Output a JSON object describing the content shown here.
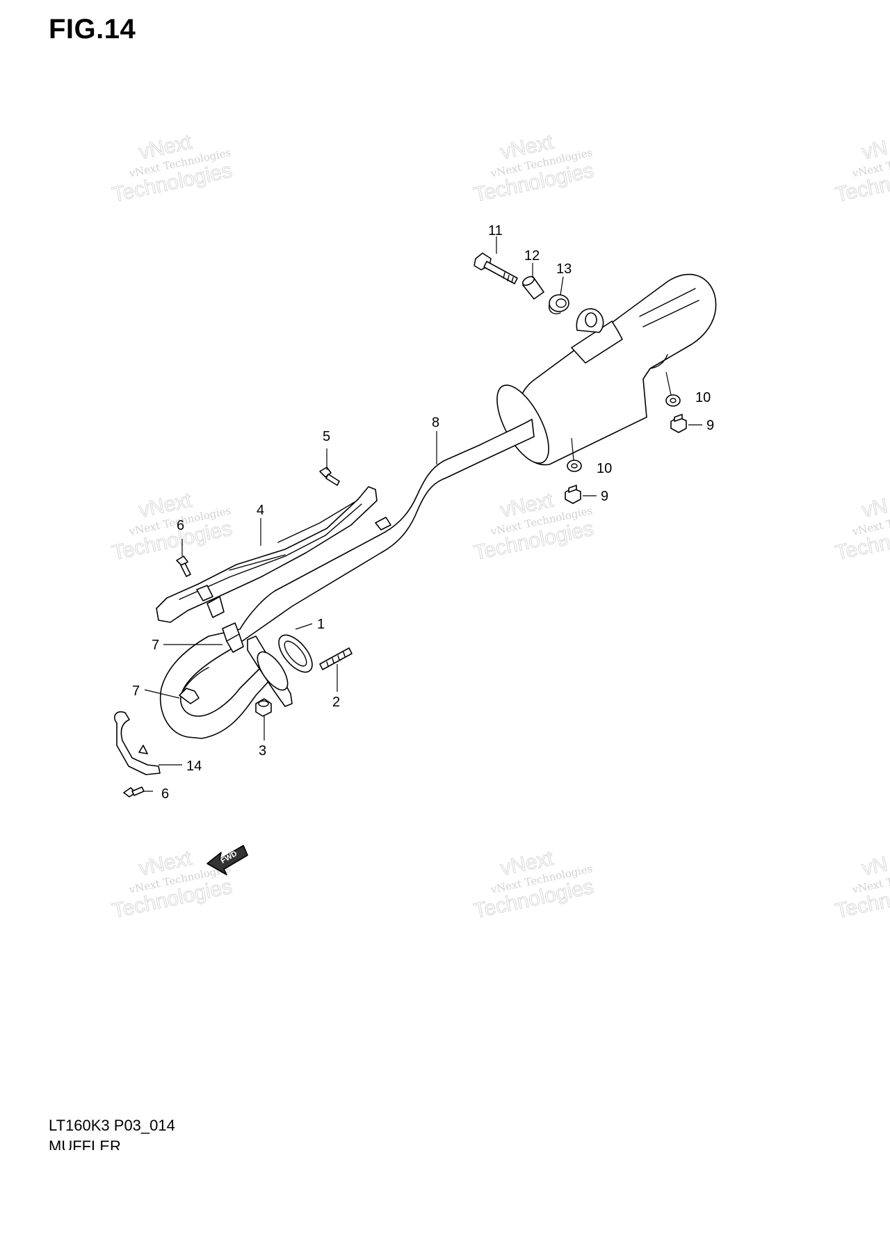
{
  "figure": {
    "title": "FIG.14",
    "model_code": "LT160K3 P03_014",
    "diagram_name": "MUFFLER",
    "fwd_label": "FWD"
  },
  "watermark": {
    "line1": "vNext",
    "line2": "vNext Technologies",
    "line3": "Technologies",
    "edge_line1": "vN",
    "edge_line2": "vNext Te",
    "edge_line3": "Techn"
  },
  "callouts": [
    {
      "id": "c1",
      "label": "1"
    },
    {
      "id": "c2",
      "label": "2"
    },
    {
      "id": "c3",
      "label": "3"
    },
    {
      "id": "c4",
      "label": "4"
    },
    {
      "id": "c5",
      "label": "5"
    },
    {
      "id": "c6a",
      "label": "6"
    },
    {
      "id": "c6b",
      "label": "6"
    },
    {
      "id": "c7a",
      "label": "7"
    },
    {
      "id": "c7b",
      "label": "7"
    },
    {
      "id": "c8",
      "label": "8"
    },
    {
      "id": "c9a",
      "label": "9"
    },
    {
      "id": "c9b",
      "label": "9"
    },
    {
      "id": "c10a",
      "label": "10"
    },
    {
      "id": "c10b",
      "label": "10"
    },
    {
      "id": "c11",
      "label": "11"
    },
    {
      "id": "c12",
      "label": "12"
    },
    {
      "id": "c13",
      "label": "13"
    },
    {
      "id": "c14",
      "label": "14"
    }
  ]
}
